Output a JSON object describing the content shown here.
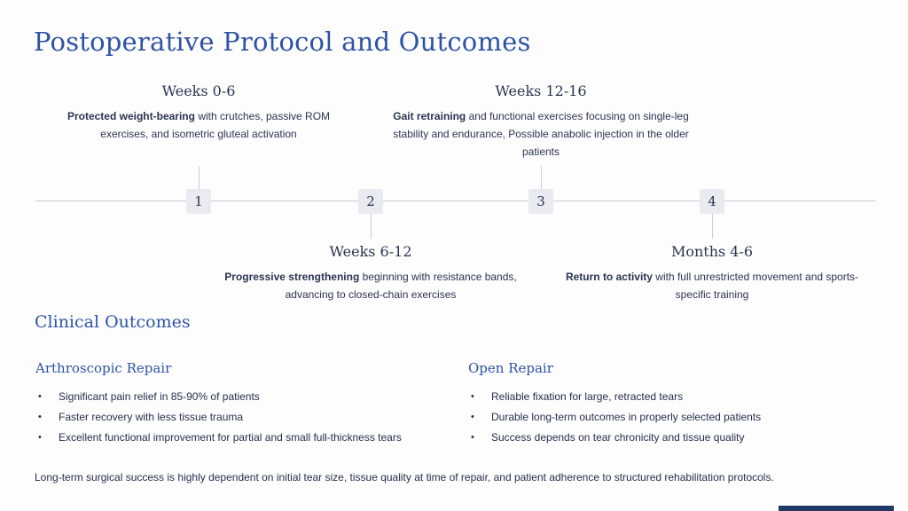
{
  "title": "Postoperative Protocol and Outcomes",
  "glyphs": {
    "bullet": "•"
  },
  "colors": {
    "accent_blue": "#2e53a5",
    "text_navy": "#2b3450",
    "timeline_line": "#c9cdd6",
    "marker_background": "#e9ebf1",
    "progress_bar_navy": "#1f3864",
    "background": "#fdfdfe"
  },
  "timeline": {
    "items": [
      {
        "number": "1",
        "heading": "Weeks 0-6",
        "lead": "Protected weight-bearing",
        "rest": " with crutches, passive ROM exercises, and isometric gluteal activation"
      },
      {
        "number": "2",
        "heading": "Weeks 6-12",
        "lead": "Progressive strengthening",
        "rest": " beginning with resistance bands, advancing to closed-chain exercises"
      },
      {
        "number": "3",
        "heading": "Weeks 12-16",
        "lead": "Gait retraining",
        "rest": " and functional exercises focusing on single-leg stability and endurance, Possible anabolic injection in the older patients"
      },
      {
        "number": "4",
        "heading": "Months 4-6",
        "lead": "Return to activity",
        "rest": " with full unrestricted movement and sports-specific training"
      }
    ]
  },
  "outcomes": {
    "heading": "Clinical Outcomes",
    "columns": [
      {
        "heading": "Arthroscopic Repair",
        "bullets": [
          "Significant pain relief in 85-90% of patients",
          "Faster recovery with less tissue trauma",
          "Excellent functional improvement for partial and small full-thickness tears"
        ]
      },
      {
        "heading": "Open Repair",
        "bullets": [
          "Reliable fixation for large, retracted tears",
          "Durable long-term outcomes in properly selected patients",
          "Success depends on tear chronicity and tissue quality"
        ]
      }
    ]
  },
  "footer": "Long-term surgical success is highly dependent on initial tear size, tissue quality at time of repair, and patient adherence to structured rehabilitation protocols."
}
